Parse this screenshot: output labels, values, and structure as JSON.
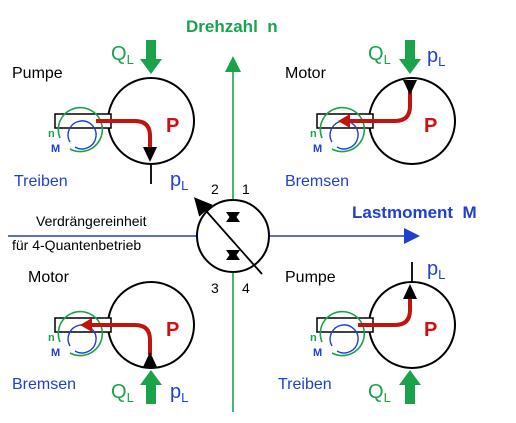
{
  "axes": {
    "y_label": "Drehzahl  n",
    "x_label": "Lastmoment  M"
  },
  "center": {
    "caption_line1": "Verdrängereinheit",
    "caption_line2": "für 4-Quantenbetrieb",
    "quadrant_numbers": [
      "1",
      "2",
      "3",
      "4"
    ]
  },
  "quadrants": [
    {
      "id": "q1",
      "machine": "Motor",
      "mode": "Bremsen",
      "unit_letter": "P",
      "flow": "Q",
      "flow_sub": "L",
      "pressure": "p",
      "pressure_sub": "L",
      "shaft_n": "n",
      "shaft_m": "M"
    },
    {
      "id": "q2",
      "machine": "Pumpe",
      "mode": "Treiben",
      "unit_letter": "P",
      "flow": "Q",
      "flow_sub": "L",
      "pressure": "p",
      "pressure_sub": "L",
      "shaft_n": "n",
      "shaft_m": "M"
    },
    {
      "id": "q3",
      "machine": "Motor",
      "mode": "Bremsen",
      "unit_letter": "P",
      "flow": "Q",
      "flow_sub": "L",
      "pressure": "p",
      "pressure_sub": "L",
      "shaft_n": "n",
      "shaft_m": "M"
    },
    {
      "id": "q4",
      "machine": "Pumpe",
      "mode": "Treiben",
      "unit_letter": "P",
      "flow": "Q",
      "flow_sub": "L",
      "pressure": "p",
      "pressure_sub": "L",
      "shaft_n": "n",
      "shaft_m": "M"
    }
  ],
  "colors": {
    "axis_green": "#1aa34a",
    "axis_blue": "#1f3fd0",
    "flow_green": "#1aa34a",
    "path_red": "#c0140c",
    "label_blue": "#1f3fd0",
    "unit_red": "#d01010",
    "black": "#000000"
  }
}
